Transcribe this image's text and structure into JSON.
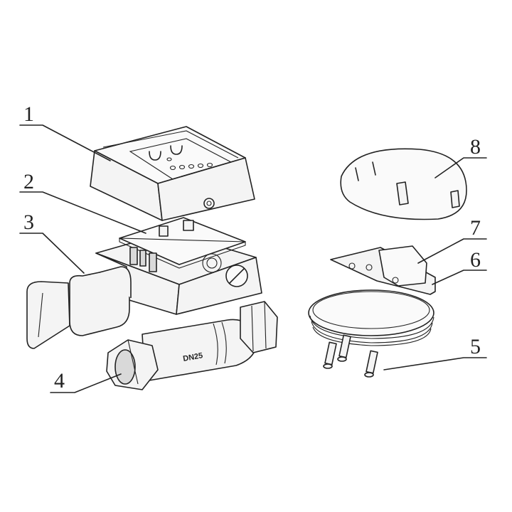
{
  "callouts": [
    {
      "id": "1",
      "label": "1"
    },
    {
      "id": "2",
      "label": "2"
    },
    {
      "id": "3",
      "label": "3"
    },
    {
      "id": "4",
      "label": "4"
    },
    {
      "id": "5",
      "label": "5"
    },
    {
      "id": "6",
      "label": "6"
    },
    {
      "id": "7",
      "label": "7"
    },
    {
      "id": "8",
      "label": "8"
    }
  ],
  "body_marking": "DN25",
  "line_color": "#222222",
  "background": "#ffffff"
}
